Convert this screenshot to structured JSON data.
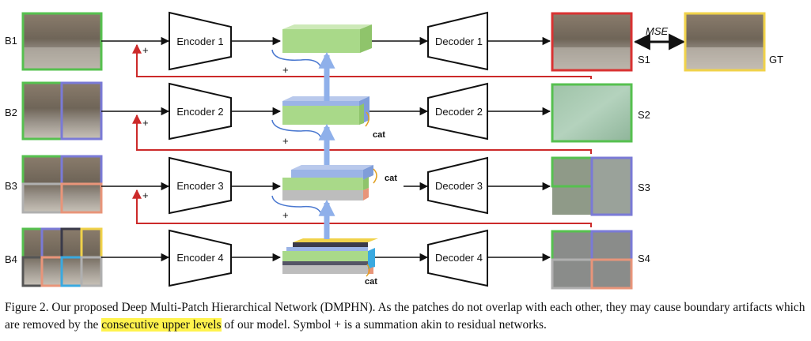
{
  "figure": {
    "levels": [
      {
        "input": "B1",
        "encoder": "Encoder 1",
        "decoder": "Decoder 1",
        "output": "S1"
      },
      {
        "input": "B2",
        "encoder": "Encoder 2",
        "decoder": "Decoder 2",
        "output": "S2"
      },
      {
        "input": "B3",
        "encoder": "Encoder 3",
        "decoder": "Decoder 3",
        "output": "S3"
      },
      {
        "input": "B4",
        "encoder": "Encoder 4",
        "decoder": "Decoder 4",
        "output": "S4"
      }
    ],
    "plus_symbol": "+",
    "cat_label": "cat",
    "loss_label": "MSE",
    "gt_label": "GT",
    "colors": {
      "red": "#d93232",
      "green": "#56c04f",
      "blue": "#7a7ad6",
      "yellow": "#f0d24a",
      "salmon": "#e8957a",
      "cyan": "#3aa9e0",
      "gray": "#b0b0b0",
      "feature_green": "#a9d989",
      "arrow_blue": "#8fb0ea",
      "highlight": "#fff34d"
    }
  },
  "caption": {
    "part1": "Figure 2. Our proposed Deep Multi-Patch Hierarchical Network (DMPHN). As the patches do not overlap with each other, they may cause boundary artifacts which are removed by the ",
    "highlight": "consecutive upper levels",
    "part2": " of our model. Symbol + is a summation akin to residual networks."
  }
}
